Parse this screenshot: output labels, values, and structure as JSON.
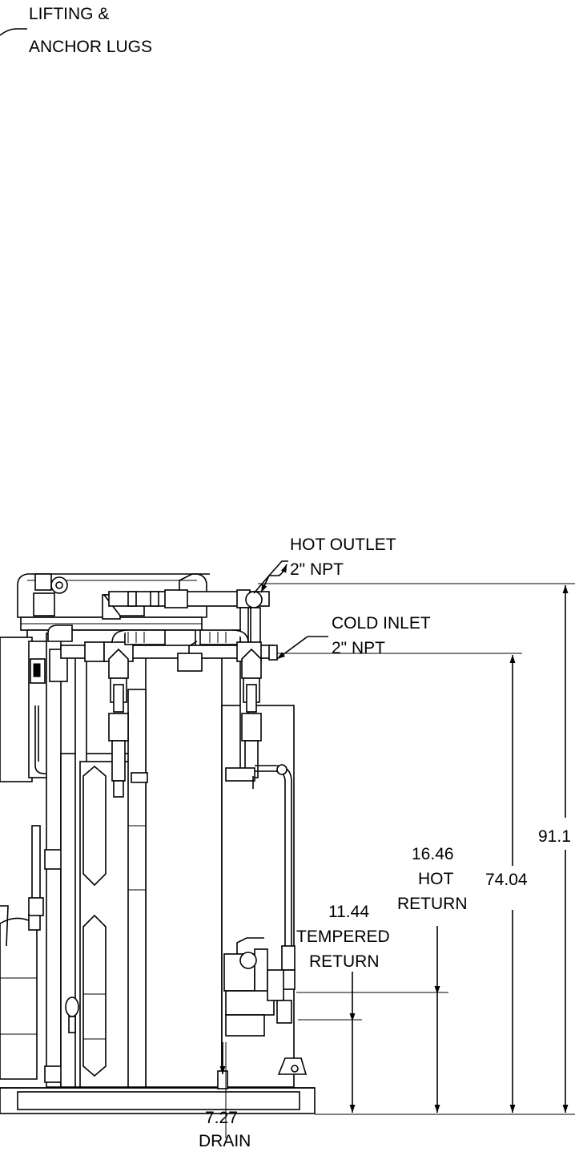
{
  "labels": {
    "lifting_line1": "LIFTING &",
    "lifting_line2": "ANCHOR LUGS",
    "hot_outlet_line1": "HOT OUTLET",
    "hot_outlet_line2": "2\" NPT",
    "cold_inlet_line1": "COLD INLET",
    "cold_inlet_line2": "2\" NPT",
    "hot_return_value": "16.46",
    "hot_return_line1": "HOT",
    "hot_return_line2": "RETURN",
    "cold_inlet_value": "74.04",
    "hot_outlet_value": "91.1",
    "tempered_value": "11.44",
    "tempered_line1": "TEMPERED",
    "tempered_line2": "RETURN",
    "drain_value": "7.27",
    "drain_line": "DRAIN"
  }
}
